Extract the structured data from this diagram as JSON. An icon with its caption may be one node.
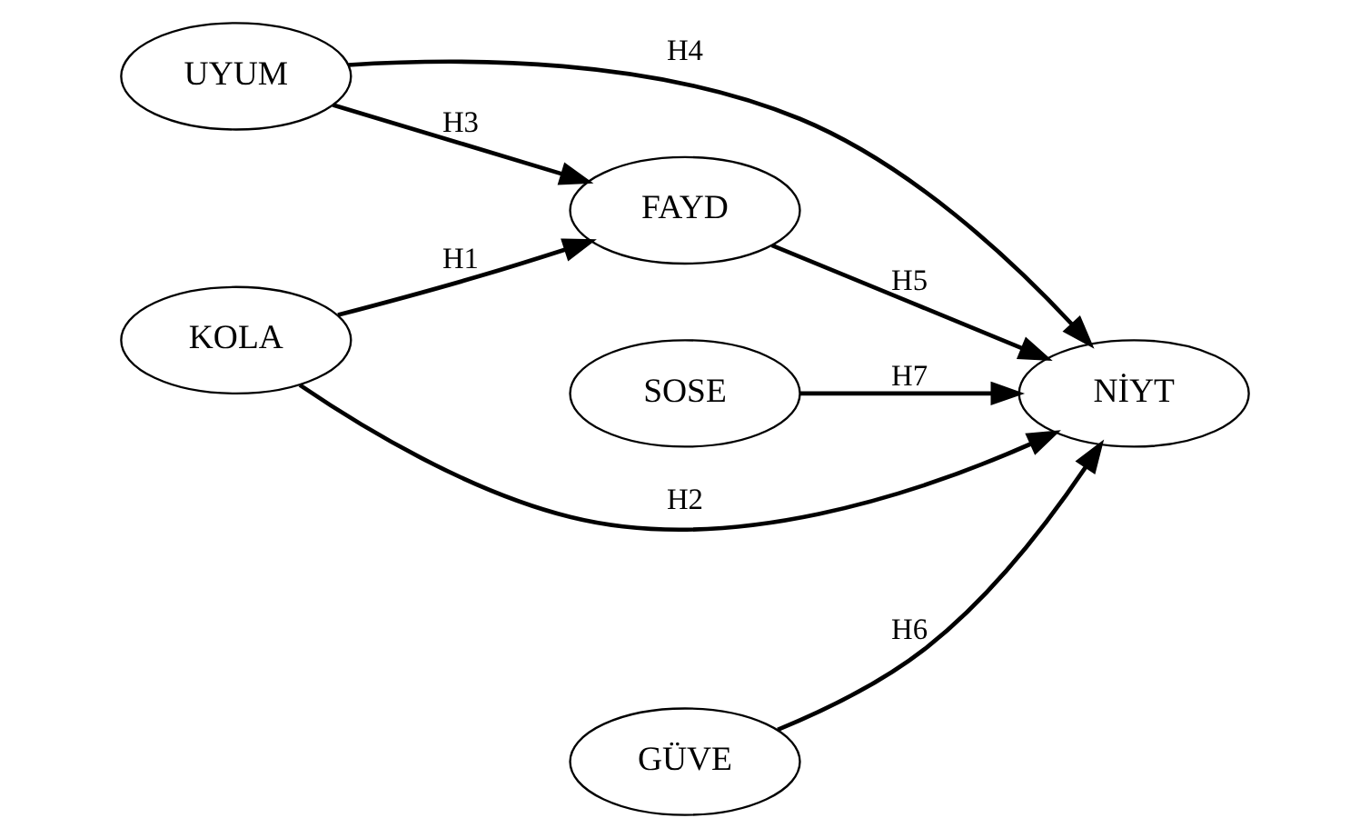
{
  "diagram": {
    "nodes": [
      {
        "text": [
          "UYUM"
        ]
      },
      {
        "text": [
          "SOSE"
        ]
      },
      {
        "text": [
          "FAYD"
        ]
      },
      {
        "text": [
          "NİYT"
        ]
      },
      {
        "text": [
          "KOLA"
        ]
      },
      {
        "text": [
          "GÜVE"
        ]
      }
    ],
    "edges": [
      {
        "from": 0,
        "to": 3,
        "arrow": "to",
        "label": "H4"
      },
      {
        "from": 1,
        "to": 3,
        "arrow": "to",
        "label": "H7"
      },
      {
        "from": 0,
        "to": 2,
        "arrow": "to",
        "label": "H3"
      },
      {
        "from": 2,
        "to": 3,
        "arrow": "to",
        "label": "H5"
      },
      {
        "from": 4,
        "to": 2,
        "arrow": "to",
        "label": "H1"
      },
      {
        "from": 4,
        "to": 3,
        "arrow": "to",
        "label": "H2"
      },
      {
        "from": 5,
        "to": 3,
        "arrow": "to",
        "label": "H6"
      }
    ]
  }
}
